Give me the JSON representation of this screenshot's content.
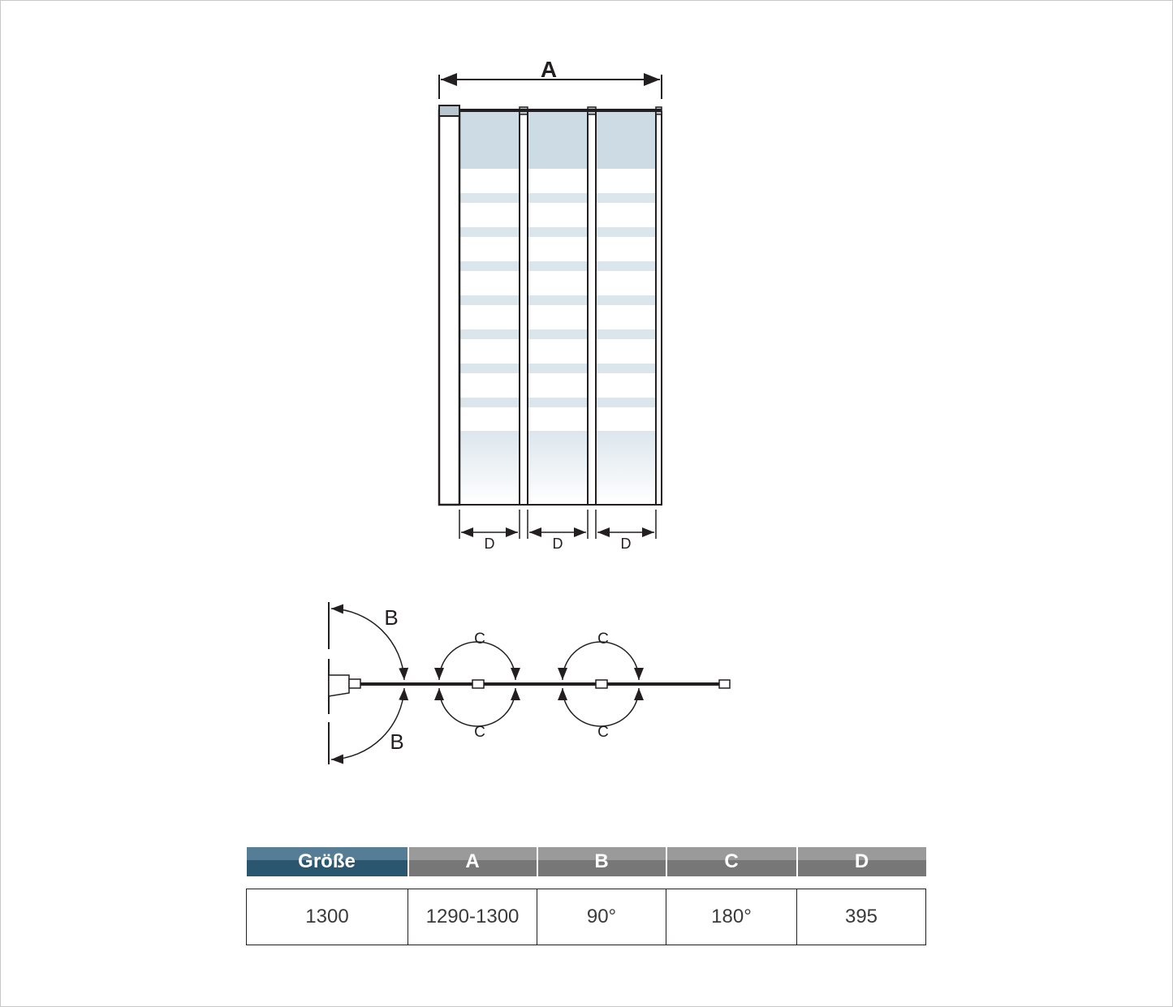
{
  "front_view": {
    "dimension_a": "A",
    "dimension_d": [
      "D",
      "D",
      "D"
    ]
  },
  "top_view": {
    "angle_b": [
      "B",
      "B"
    ],
    "angle_c": [
      "C",
      "C",
      "C",
      "C"
    ]
  },
  "table": {
    "headers": [
      "Größe",
      "A",
      "B",
      "C",
      "D"
    ],
    "row": [
      "1300",
      "1290-1300",
      "90°",
      "180°",
      "395"
    ]
  },
  "colors": {
    "header_accent": "#2a5670",
    "header_gray": "#777777",
    "glass_tint": "#cddbe4"
  }
}
